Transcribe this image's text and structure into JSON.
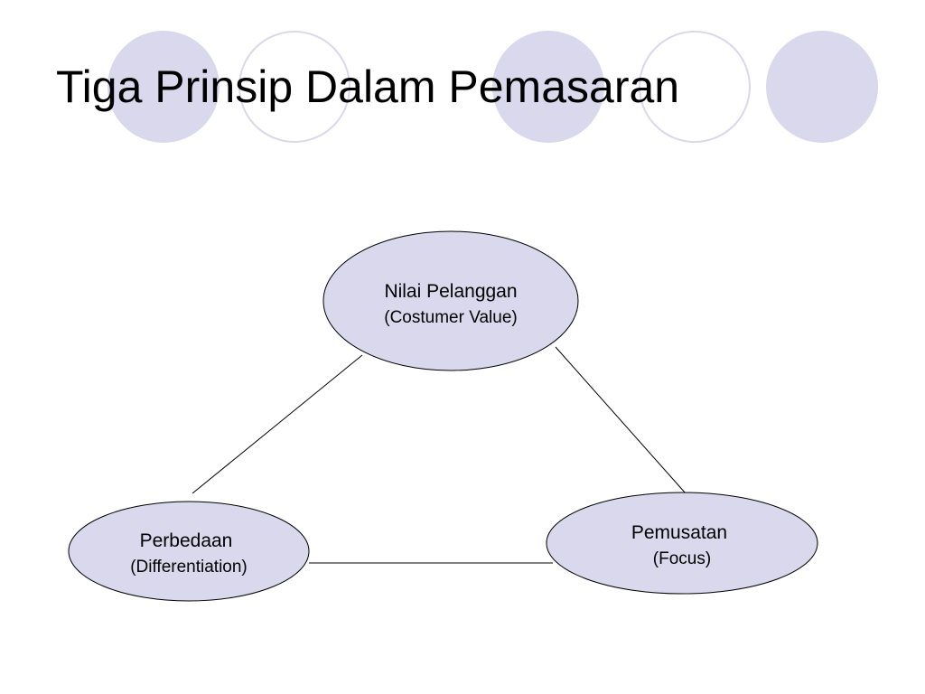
{
  "slide": {
    "title": "Tiga Prinsip Dalam Pemasaran"
  },
  "colors": {
    "accent_fill": "#d9d8ec",
    "stroke": "#000000",
    "background": "#ffffff"
  },
  "diagram": {
    "nodes": {
      "top": {
        "label": "Nilai Pelanggan",
        "sublabel": "(Costumer Value)"
      },
      "left": {
        "label": "Perbedaan",
        "sublabel": "(Differentiation)"
      },
      "right": {
        "label": "Pemusatan",
        "sublabel": "(Focus)"
      }
    },
    "connections": [
      [
        "top",
        "left"
      ],
      [
        "top",
        "right"
      ],
      [
        "left",
        "right"
      ]
    ]
  }
}
